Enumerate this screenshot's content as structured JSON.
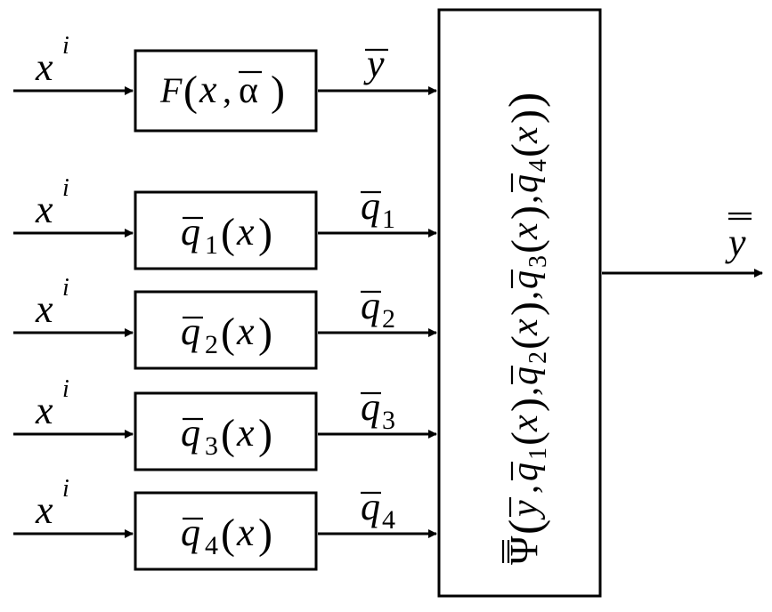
{
  "input_label": {
    "base": "x",
    "sup": "i"
  },
  "rows": [
    {
      "block": {
        "kind": "F",
        "fn": "F",
        "arg1": "x",
        "sep": ",",
        "arg2": "α"
      },
      "output": {
        "base": "y",
        "sub": ""
      }
    },
    {
      "block": {
        "kind": "q",
        "base": "q",
        "sub": "1",
        "arg": "x"
      },
      "output": {
        "base": "q",
        "sub": "1"
      }
    },
    {
      "block": {
        "kind": "q",
        "base": "q",
        "sub": "2",
        "arg": "x"
      },
      "output": {
        "base": "q",
        "sub": "2"
      }
    },
    {
      "block": {
        "kind": "q",
        "base": "q",
        "sub": "3",
        "arg": "x"
      },
      "output": {
        "base": "q",
        "sub": "3"
      }
    },
    {
      "block": {
        "kind": "q",
        "base": "q",
        "sub": "4",
        "arg": "x"
      },
      "output": {
        "base": "q",
        "sub": "4"
      }
    }
  ],
  "combiner": {
    "fn": "Ψ",
    "arg_y": "y",
    "terms": [
      {
        "base": "q",
        "sub": "1",
        "arg": "x"
      },
      {
        "base": "q",
        "sub": "2",
        "arg": "x"
      },
      {
        "base": "q",
        "sub": "3",
        "arg": "x"
      },
      {
        "base": "q",
        "sub": "4",
        "arg": "x"
      }
    ]
  },
  "final_output": {
    "base": "y"
  },
  "symbols": {
    "open_paren": "(",
    "close_paren": ")",
    "comma": ","
  }
}
